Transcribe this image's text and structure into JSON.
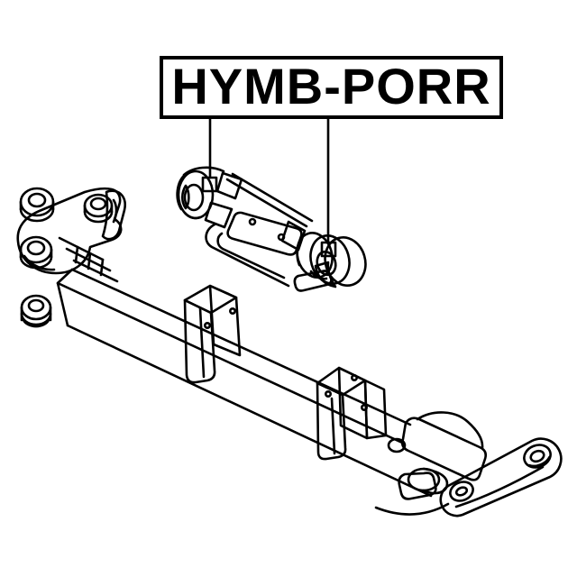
{
  "page": {
    "background_color": "#ffffff",
    "ink_color": "#000000"
  },
  "callout": {
    "label": "HYMB-PORR",
    "marker_shape": "filled-square",
    "targets": [
      "mount-arm-left-bushing",
      "mount-arm-right-bushing"
    ]
  },
  "diagram": {
    "type": "technical-parts-line-drawing",
    "components": [
      "mount-arm-with-bushings",
      "crossmember-beam",
      "left-mounting-plate",
      "mounting-nuts",
      "center-u-bracket",
      "right-u-bracket",
      "end-bracket-arm-with-nuts"
    ]
  }
}
